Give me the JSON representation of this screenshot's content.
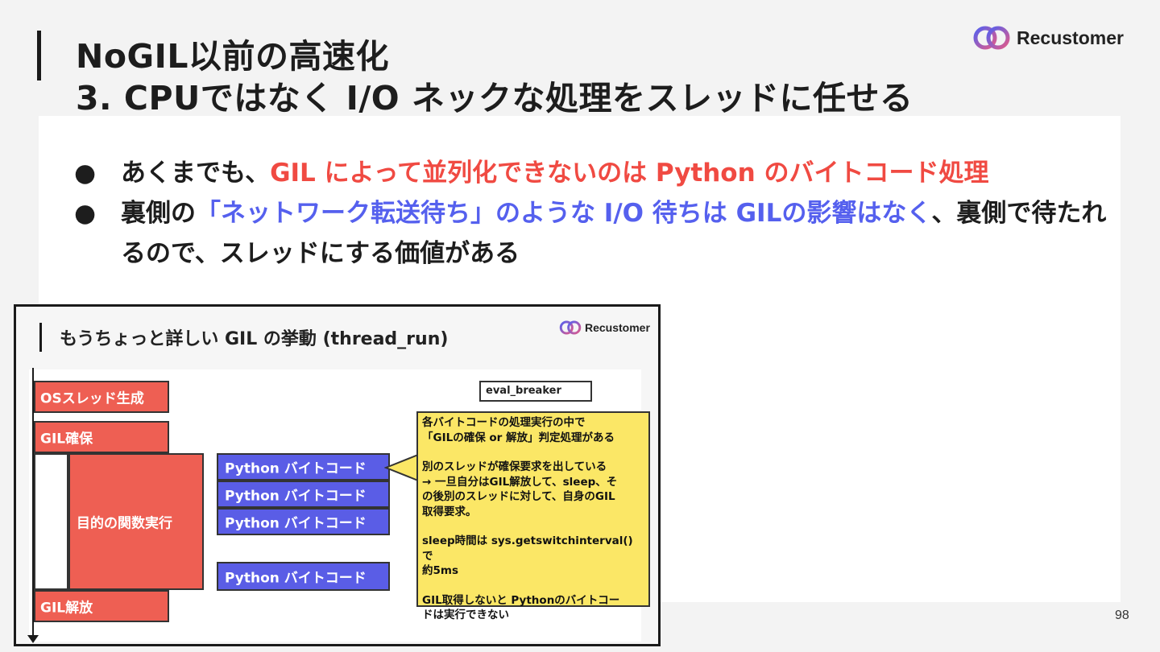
{
  "header": {
    "title_line1": "NoGIL以前の高速化",
    "title_line2": "3. CPUではなく I/O ネックな処理をスレッドに任せる",
    "logo_text": "Recustomer"
  },
  "bullets": {
    "b1_part1": "あくまでも、",
    "b1_part2": "GIL によって並列化できないのは Python のバイトコード処理",
    "b2_part1": "裏側の",
    "b2_part2": "「ネットワーク転送待ち」",
    "b2_part3": "のような",
    "b2_part4": "I/O 待ちは GILの影響はなく",
    "b2_part5": "、裏側で待たれるので、スレッドにする価値がある"
  },
  "embed": {
    "title": "もうちょっと詳しい GIL の挙動 (thread_run)",
    "logo_text": "Recustomer",
    "boxes": {
      "os_thread": "OSスレッド生成",
      "gil_acquire": "GIL確保",
      "target_func": "目的の関数実行",
      "gil_release": "GIL解放"
    },
    "bytecode_label": "Python バイトコード",
    "eval_breaker": "eval_breaker",
    "note": {
      "line1": "各バイトコードの処理実行の中で",
      "line2": "「GILの確保 or 解放」判定処理がある",
      "line3": "別のスレッドが確保要求を出している",
      "line4": "→ 一旦自分はGIL解放して、sleep、そ",
      "line5": "の後別のスレッドに対して、自身のGIL",
      "line6": "取得要求。",
      "line7": "sleep時間は sys.getswitchinterval() で",
      "line8": "約5ms",
      "line9": "GIL取得しないと Pythonのバイトコー",
      "line10": "ドは実行できない"
    }
  },
  "page_number": "98",
  "colors": {
    "red": "#f04a42",
    "blue": "#5560ee",
    "box_red": "#ee5f53",
    "box_blue": "#5a5de6",
    "note_yellow": "#fbe766"
  }
}
